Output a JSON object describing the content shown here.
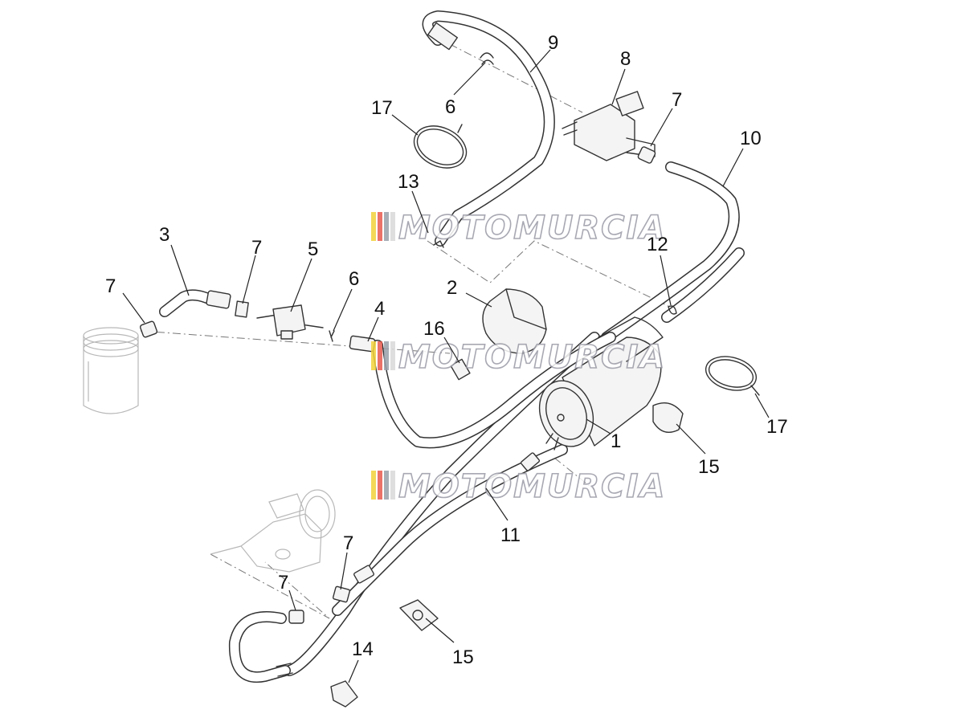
{
  "callouts": [
    {
      "id": "c1",
      "label": "1"
    },
    {
      "id": "c2",
      "label": "2"
    },
    {
      "id": "c3",
      "label": "3"
    },
    {
      "id": "c4",
      "label": "4"
    },
    {
      "id": "c5",
      "label": "5"
    },
    {
      "id": "c6a",
      "label": "6"
    },
    {
      "id": "c6b",
      "label": "6"
    },
    {
      "id": "c7a",
      "label": "7"
    },
    {
      "id": "c7b",
      "label": "7"
    },
    {
      "id": "c7c",
      "label": "7"
    },
    {
      "id": "c7d",
      "label": "7"
    },
    {
      "id": "c7e",
      "label": "7"
    },
    {
      "id": "c8",
      "label": "8"
    },
    {
      "id": "c9",
      "label": "9"
    },
    {
      "id": "c10",
      "label": "10"
    },
    {
      "id": "c11",
      "label": "11"
    },
    {
      "id": "c12",
      "label": "12"
    },
    {
      "id": "c13",
      "label": "13"
    },
    {
      "id": "c14",
      "label": "14"
    },
    {
      "id": "c15a",
      "label": "15"
    },
    {
      "id": "c15b",
      "label": "15"
    },
    {
      "id": "c16",
      "label": "16"
    },
    {
      "id": "c17a",
      "label": "17"
    },
    {
      "id": "c17b",
      "label": "17"
    }
  ],
  "watermark": {
    "text": "MOTOMURCIA",
    "stripe_colors": [
      "#f2d23c",
      "#e85a4f",
      "#9aa0aa",
      "#d9d9d9"
    ]
  }
}
